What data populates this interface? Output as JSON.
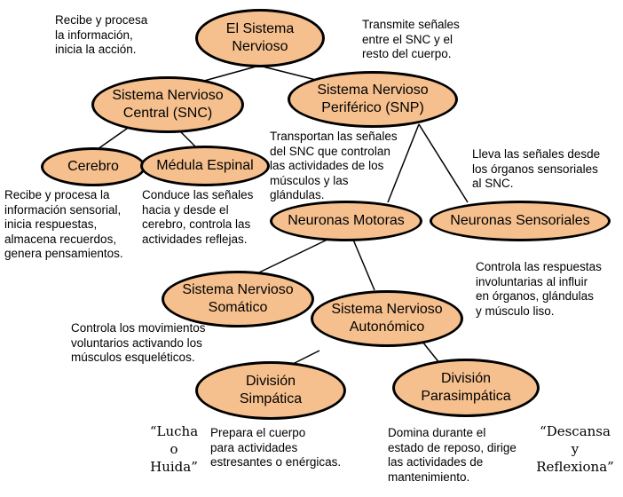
{
  "nodes": {
    "sistema_nervioso": "El Sistema\nNervioso",
    "snc": "Sistema Nervioso\nCentral (SNC)",
    "snp": "Sistema Nervioso\nPeriférico (SNP)",
    "cerebro": "Cerebro",
    "medula": "Médula Espinal",
    "neuronas_motoras": "Neuronas Motoras",
    "neuronas_sensoriales": "Neuronas Sensoriales",
    "somatico": "Sistema Nervioso\nSomático",
    "autonomico": "Sistema Nervioso\nAutonómico",
    "simpatica": "División\nSimpática",
    "parasimpatica": "División\nParasimpática"
  },
  "notes": {
    "snc_desc": "Recibe y procesa\nla información,\ninicia la acción.",
    "snp_desc": "Transmite señales\nentre el  SNC y el\nresto del cuerpo.",
    "motoras_desc": "Transportan las señales\ndel SNC que controlan\nlas actividades de los\nmúsculos y las\nglándulas.",
    "sensoriales_desc": "Lleva las señales desde\nlos órganos sensoriales\nal SNC.",
    "cerebro_desc": "Recibe y procesa la\ninformación sensorial,\ninicia respuestas,\nalmacena recuerdos,\ngenera pensamientos.",
    "medula_desc": "Conduce las señales\nhacia y desde el\ncerebro, controla las\nactividades reflejas.",
    "autonomico_desc": "Controla las respuestas\ninvoluntarias al influir\nen órganos, glándulas\n y músculo liso.",
    "somatico_desc": "Controla los movimientos\nvoluntarios activando los\nmúsculos esqueléticos.",
    "simpatica_desc": "Prepara el cuerpo\npara actividades\nestresantes o enérgicas.",
    "parasimpatica_desc": "Domina durante el\nestado de reposo, dirige\nlas actividades de\nmantenimiento."
  },
  "quotes": {
    "lucha": "“Lucha\no\nHuida”",
    "descansa": "“Descansa\ny\nReflexiona”"
  },
  "colors": {
    "node_fill": "#f6c08e",
    "node_border": "#000000",
    "line": "#000000"
  }
}
